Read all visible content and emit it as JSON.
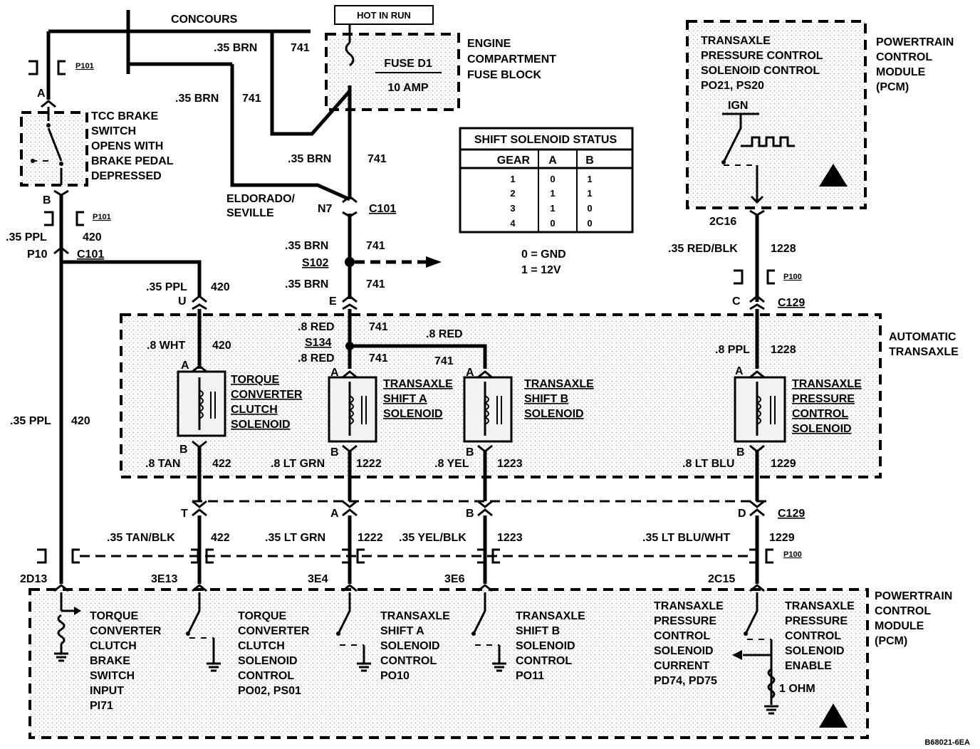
{
  "fuse": {
    "hot_label": "HOT IN RUN",
    "name": "FUSE D1",
    "rating": "10 AMP",
    "block_label": [
      "ENGINE",
      "COMPARTMENT",
      "FUSE BLOCK"
    ]
  },
  "top_left": {
    "concours": "CONCOURS",
    "w1_gauge": ".35 BRN",
    "w1_circ": "741",
    "w2_gauge": ".35 BRN",
    "w2_circ": "741",
    "p101a": "P101",
    "pin_a": "A",
    "pin_b": "B",
    "p101b": "P101"
  },
  "tcc_switch": {
    "lines": [
      "TCC BRAKE",
      "SWITCH",
      "OPENS WITH",
      "BRAKE PEDAL",
      "DEPRESSED"
    ]
  },
  "center_wires": {
    "w3_gauge": ".35 BRN",
    "w3_circ": "741",
    "eldorado": [
      "ELDORADO/",
      "SEVILLE"
    ],
    "n7": "N7",
    "c101": "C101",
    "w4_gauge": ".35 BRN",
    "w4_circ": "741",
    "s102": "S102",
    "w5_gauge": ".35 BRN",
    "w5_circ": "741",
    "pin_e": "E"
  },
  "left_wires": {
    "ppl_gauge": ".35 PPL",
    "ppl_circ": "420",
    "p10": "P10",
    "c101": "C101",
    "ppl2_gauge": ".35 PPL",
    "ppl2_circ": "420",
    "pin_u": "U",
    "long_gauge": ".35 PPL",
    "long_circ": "420"
  },
  "shift_table": {
    "title": "SHIFT SOLENOID STATUS",
    "headers": [
      "GEAR",
      "A",
      "B"
    ],
    "rows": [
      [
        "1",
        "0",
        "1"
      ],
      [
        "2",
        "1",
        "1"
      ],
      [
        "3",
        "1",
        "0"
      ],
      [
        "4",
        "0",
        "0"
      ]
    ],
    "legend": [
      "0 = GND",
      "1 = 12V"
    ]
  },
  "pcm_top": {
    "lines": [
      "TRANSAXLE",
      "PRESSURE CONTROL",
      "SOLENOID CONTROL",
      "PO21, PS20"
    ],
    "ign": "IGN",
    "module": [
      "POWERTRAIN",
      "CONTROL",
      "MODULE",
      "(PCM)"
    ],
    "pin": "2C16",
    "gauge": ".35 RED/BLK",
    "circ": "1228",
    "p100": "P100",
    "pin_c": "C",
    "c129": "C129"
  },
  "transaxle": {
    "label": [
      "AUTOMATIC",
      "TRANSAXLE"
    ],
    "wires": {
      "wht": ".8 WHT",
      "wht_circ": "420",
      "red1": ".8 RED",
      "red1_circ": "741",
      "red2": ".8 RED",
      "red2_circ": "741",
      "s134": "S134",
      "red3": ".8 RED",
      "red3_circ": "741",
      "ppl": ".8 PPL",
      "ppl_circ": "1228"
    },
    "solenoids": [
      {
        "lines": [
          "TORQUE",
          "CONVERTER",
          "CLUTCH",
          "SOLENOID"
        ],
        "pin_top": "A",
        "pin_bot": "B",
        "gauge": ".8 TAN",
        "circ": "422"
      },
      {
        "lines": [
          "TRANSAXLE",
          "SHIFT A",
          "SOLENOID"
        ],
        "pin_top": "A",
        "pin_bot": "B",
        "gauge": ".8 LT GRN",
        "circ": "1222"
      },
      {
        "lines": [
          "TRANSAXLE",
          "SHIFT B",
          "SOLENOID"
        ],
        "pin_top": "A",
        "pin_bot": "B",
        "gauge": ".8 YEL",
        "circ": "1223"
      },
      {
        "lines": [
          "TRANSAXLE",
          "PRESSURE",
          "CONTROL",
          "SOLENOID"
        ],
        "pin_top": "A",
        "pin_bot": "B",
        "gauge": ".8 LT BLU",
        "circ": "1229"
      }
    ]
  },
  "c129_bottom": {
    "pins": [
      "T",
      "A",
      "B",
      "D"
    ],
    "label": "C129"
  },
  "lower_wires": [
    {
      "gauge": ".35 TAN/BLK",
      "circ": "422",
      "pin": "3E13"
    },
    {
      "gauge": ".35 LT GRN",
      "circ": "1222",
      "pin": "3E4"
    },
    {
      "gauge": ".35 YEL/BLK",
      "circ": "1223",
      "pin": "3E6"
    },
    {
      "gauge": ".35 LT BLU/WHT",
      "circ": "1229",
      "pin": "2C15"
    }
  ],
  "pcm_bottom": {
    "left_pin": "2D13",
    "p100": "P100",
    "module": [
      "POWERTRAIN",
      "CONTROL",
      "MODULE",
      "(PCM)"
    ],
    "blocks": [
      {
        "lines": [
          "TORQUE",
          "CONVERTER",
          "CLUTCH",
          "BRAKE",
          "SWITCH",
          "INPUT",
          "PI71"
        ]
      },
      {
        "lines": [
          "TORQUE",
          "CONVERTER",
          "CLUTCH",
          "SOLENOID",
          "CONTROL",
          "PO02, PS01"
        ]
      },
      {
        "lines": [
          "TRANSAXLE",
          "SHIFT A",
          "SOLENOID",
          "CONTROL",
          "PO10"
        ]
      },
      {
        "lines": [
          "TRANSAXLE",
          "SHIFT B",
          "SOLENOID",
          "CONTROL",
          "PO11"
        ]
      },
      {
        "lines": [
          "TRANSAXLE",
          "PRESSURE",
          "CONTROL",
          "SOLENOID",
          "CURRENT",
          "PD74, PD75"
        ]
      },
      {
        "lines": [
          "TRANSAXLE",
          "PRESSURE",
          "CONTROL",
          "SOLENOID",
          "ENABLE"
        ]
      }
    ],
    "ohm": "1 OHM"
  },
  "figure_id": "B68021-6EA"
}
